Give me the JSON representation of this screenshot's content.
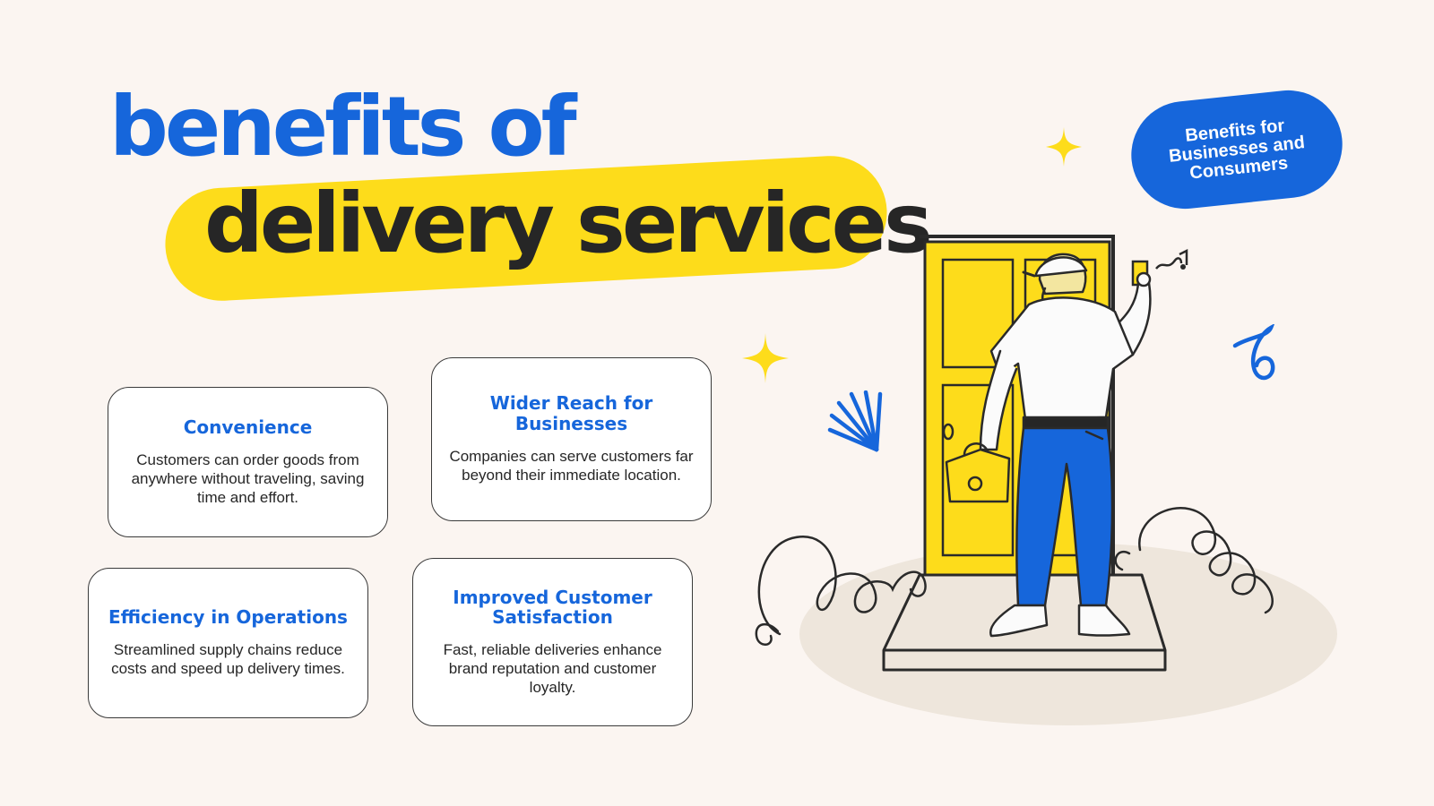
{
  "title": {
    "line1": "benefits of",
    "line2": "delivery services"
  },
  "badge": {
    "text": "Benefits for Businesses and Consumers"
  },
  "cards": [
    {
      "heading": "Convenience",
      "body": "Customers can order goods from anywhere without traveling, saving time and effort."
    },
    {
      "heading": "Wider Reach for Businesses",
      "body": "Companies can serve customers far beyond their immediate location."
    },
    {
      "heading": "Efficiency in Operations",
      "body": "Streamlined supply chains reduce costs and speed up delivery times."
    },
    {
      "heading": "Improved Customer Satisfaction",
      "body": "Fast, reliable deliveries enhance brand reputation and customer loyalty."
    }
  ],
  "colors": {
    "background": "#fbf5f1",
    "accent_blue": "#1666db",
    "accent_yellow": "#fddc1b",
    "ink": "#262626"
  },
  "illustration": {
    "icon": "delivery-person-at-door-illustration"
  }
}
